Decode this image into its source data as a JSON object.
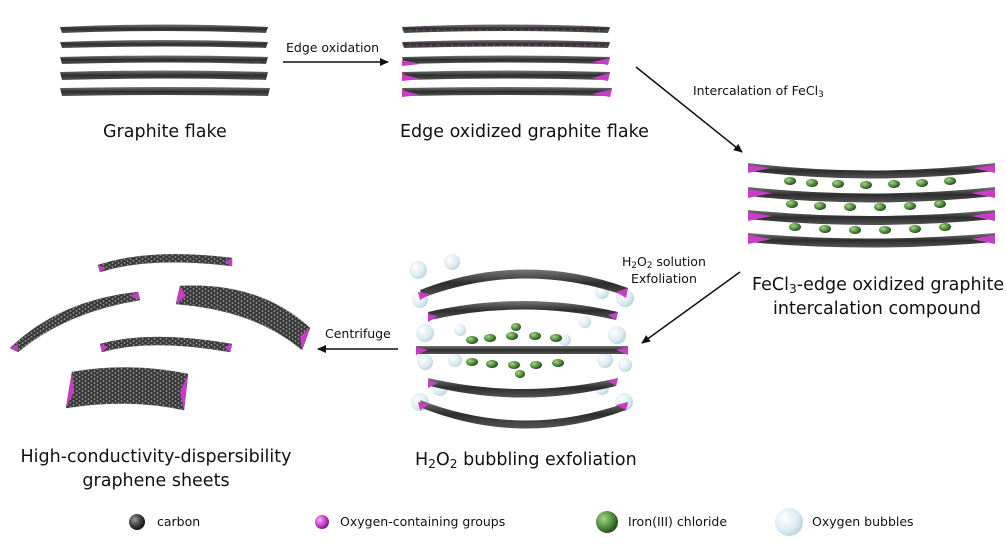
{
  "steps": {
    "graphite": "Graphite flake",
    "edge_oxidized": "Edge oxidized graphite flake",
    "intercalated_line1_prefix": "FeCl",
    "intercalated_line1_sub": "3",
    "intercalated_line1_suffix": "-edge oxidized graphite",
    "intercalated_line2": "intercalation compound",
    "bubbling_prefix": "H",
    "bubbling_sub1": "2",
    "bubbling_mid": "O",
    "bubbling_sub2": "2",
    "bubbling_suffix": " bubbling exfoliation",
    "product_line1": "High-conductivity-dispersibility",
    "product_line2": "graphene sheets"
  },
  "arrows": {
    "edge_oxidation": "Edge oxidation",
    "intercalation_prefix": "Intercalation of FeCl",
    "intercalation_sub": "3",
    "h2o2_line1_prefix": "H",
    "h2o2_line1_sub1": "2",
    "h2o2_line1_mid": "O",
    "h2o2_line1_sub2": "2",
    "h2o2_line1_suffix": " solution",
    "h2o2_line2": "Exfoliation",
    "centrifuge": "Centrifuge"
  },
  "legend": [
    {
      "label": "carbon",
      "color": "#3a3a3a"
    },
    {
      "label": "Oxygen-containing groups",
      "color": "#c83cc8"
    },
    {
      "label": "Iron(III) chloride",
      "color": "#3f7f2e"
    },
    {
      "label": "Oxygen bubbles",
      "color": "#cfe3ea"
    }
  ],
  "colors": {
    "carbon": "#3a3a3a",
    "oxygen": "#c83cc8",
    "fecl3": "#4f8a3a",
    "bubble": "#d9eaf0"
  }
}
